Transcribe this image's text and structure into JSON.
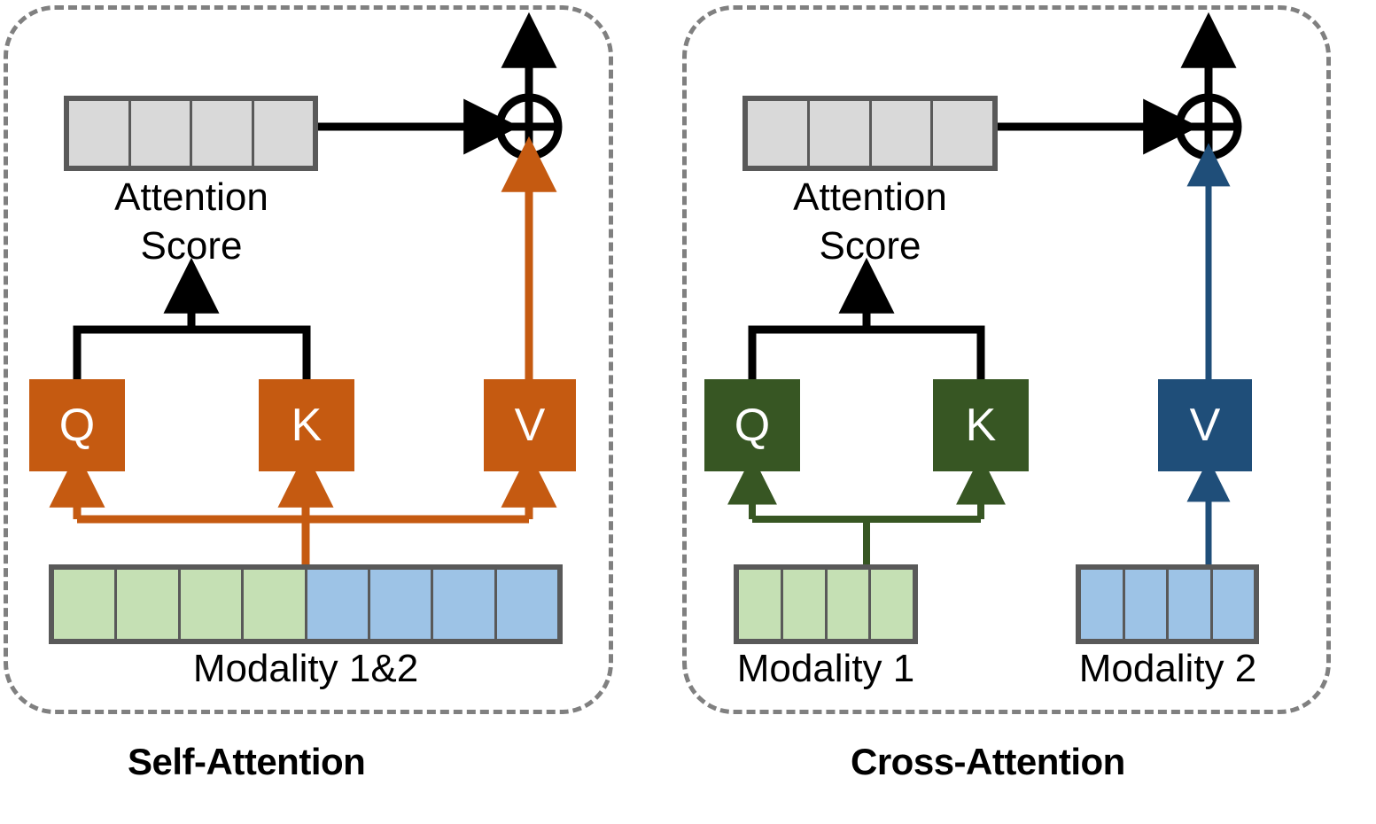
{
  "figure": {
    "title_left": "Self-Attention",
    "title_right": "Cross-Attention"
  },
  "colors": {
    "orange": "#c55a11",
    "dark_green": "#375623",
    "dark_blue": "#1f4e79",
    "light_green": "#c5e0b4",
    "light_blue": "#9dc3e6",
    "gray_cell": "#d9d9d9",
    "outline_gray": "#595959",
    "dashed_border": "#808080",
    "arrow_black": "#000000"
  },
  "panels": [
    {
      "id": "self-attention",
      "caption": "Self-Attention",
      "attention_score": {
        "label": "Attention\nScore",
        "cells": 4,
        "cell_color": "gray"
      },
      "sum_node": {
        "symbol": "plus-circle",
        "glyph": "⊕"
      },
      "qkv": [
        {
          "label": "Q",
          "color": "orange"
        },
        {
          "label": "K",
          "color": "orange"
        },
        {
          "label": "V",
          "color": "orange"
        }
      ],
      "modalities": [
        {
          "label": "Modality 1&2",
          "cells": [
            "green",
            "green",
            "green",
            "green",
            "blue",
            "blue",
            "blue",
            "blue"
          ]
        }
      ]
    },
    {
      "id": "cross-attention",
      "caption": "Cross-Attention",
      "attention_score": {
        "label": "Attention\nScore",
        "cells": 4,
        "cell_color": "gray"
      },
      "sum_node": {
        "symbol": "plus-circle",
        "glyph": "⊕"
      },
      "qkv": [
        {
          "label": "Q",
          "color": "dark_green"
        },
        {
          "label": "K",
          "color": "dark_green"
        },
        {
          "label": "V",
          "color": "dark_blue"
        }
      ],
      "modalities": [
        {
          "label": "Modality 1",
          "cells": [
            "green",
            "green",
            "green",
            "green"
          ]
        },
        {
          "label": "Modality 2",
          "cells": [
            "blue",
            "blue",
            "blue",
            "blue"
          ]
        }
      ]
    }
  ]
}
